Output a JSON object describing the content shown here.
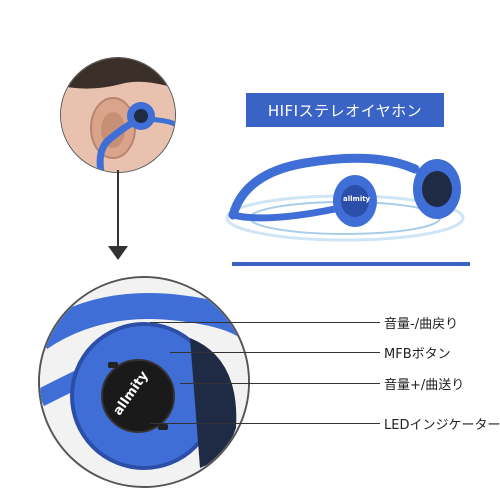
{
  "banner": {
    "title": "HIFIステレオイヤホン"
  },
  "brand": {
    "logo_text": "allmity"
  },
  "callouts": [
    {
      "label": "音量-/曲戻り"
    },
    {
      "label": "MFBボタン"
    },
    {
      "label": "音量+/曲送り"
    },
    {
      "label": "LEDインジケーター"
    }
  ],
  "colors": {
    "accent": "#3a63c6",
    "headset_blue": "#3f6fd6",
    "headset_dark": "#2b4fa8",
    "skin": "#d9a48a"
  }
}
